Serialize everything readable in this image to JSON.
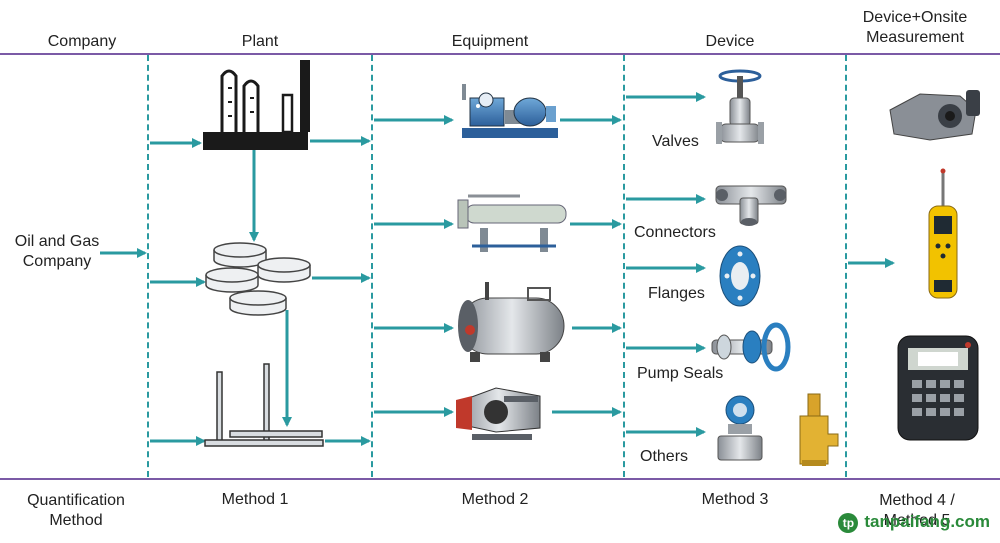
{
  "headers": {
    "company": "Company",
    "plant": "Plant",
    "equipment": "Equipment",
    "device": "Device",
    "device_onsite": "Device+Onsite Measurement"
  },
  "left_label": "Oil and Gas Company",
  "devices": {
    "valves": "Valves",
    "connectors": "Connectors",
    "flanges": "Flanges",
    "pump_seals": "Pump Seals",
    "others": "Others"
  },
  "footer": {
    "quantification": "Quantification Method",
    "method1": "Method 1",
    "method2": "Method 2",
    "method3": "Method 3",
    "method4": "Method 4 / Method 5"
  },
  "watermark": "tanpaifang.com",
  "colors": {
    "accent": "#2a9aa0",
    "rule": "#7b5aa6"
  }
}
